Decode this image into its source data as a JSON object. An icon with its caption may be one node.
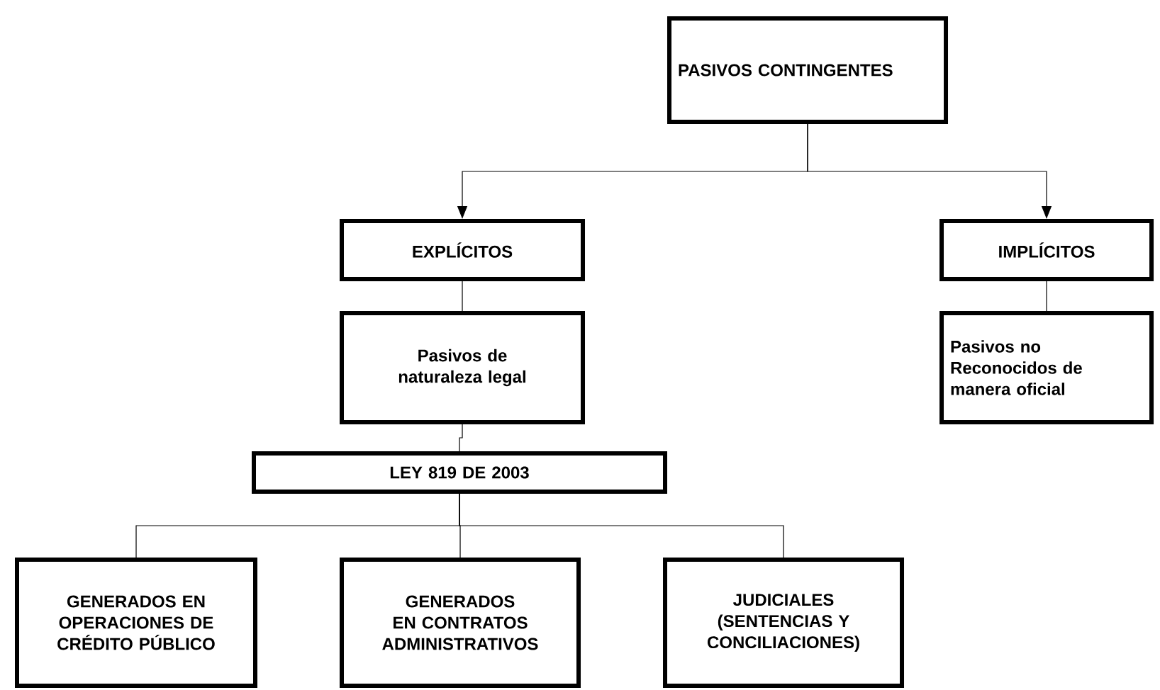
{
  "diagram": {
    "nodes": [
      {
        "text": [
          "PASIVOS CONTINGENTES"
        ]
      },
      {
        "text": [
          "EXPLÍCITOS"
        ]
      },
      {
        "text": [
          "IMPLÍCITOS"
        ]
      },
      {
        "text": [
          "Pasivos de naturaleza legal"
        ]
      },
      {
        "text": [
          "Pasivos no Reconocidos de manera oficial"
        ]
      },
      {
        "text": [
          "LEY 819 DE 2003"
        ]
      },
      {
        "text": [
          "GENERADOS EN OPERACIONES DE CRÉDITO PÚBLICO"
        ]
      },
      {
        "text": [
          "GENERADOS EN CONTRATOS ADMINISTRATIVOS"
        ]
      },
      {
        "text": [
          "JUDICIALES (SENTENCIAS Y CONCILIACIONES)"
        ]
      }
    ],
    "edges": [
      {
        "from": 0,
        "to": 1,
        "arrow": "to"
      },
      {
        "from": 0,
        "to": 2,
        "arrow": "to"
      },
      {
        "from": 1,
        "to": 3,
        "arrow": "none"
      },
      {
        "from": 2,
        "to": 4,
        "arrow": "none"
      },
      {
        "from": 3,
        "to": 5,
        "arrow": "none"
      },
      {
        "from": 5,
        "to": 6,
        "arrow": "none"
      },
      {
        "from": 5,
        "to": 7,
        "arrow": "none"
      },
      {
        "from": 5,
        "to": 8,
        "arrow": "none"
      }
    ]
  }
}
